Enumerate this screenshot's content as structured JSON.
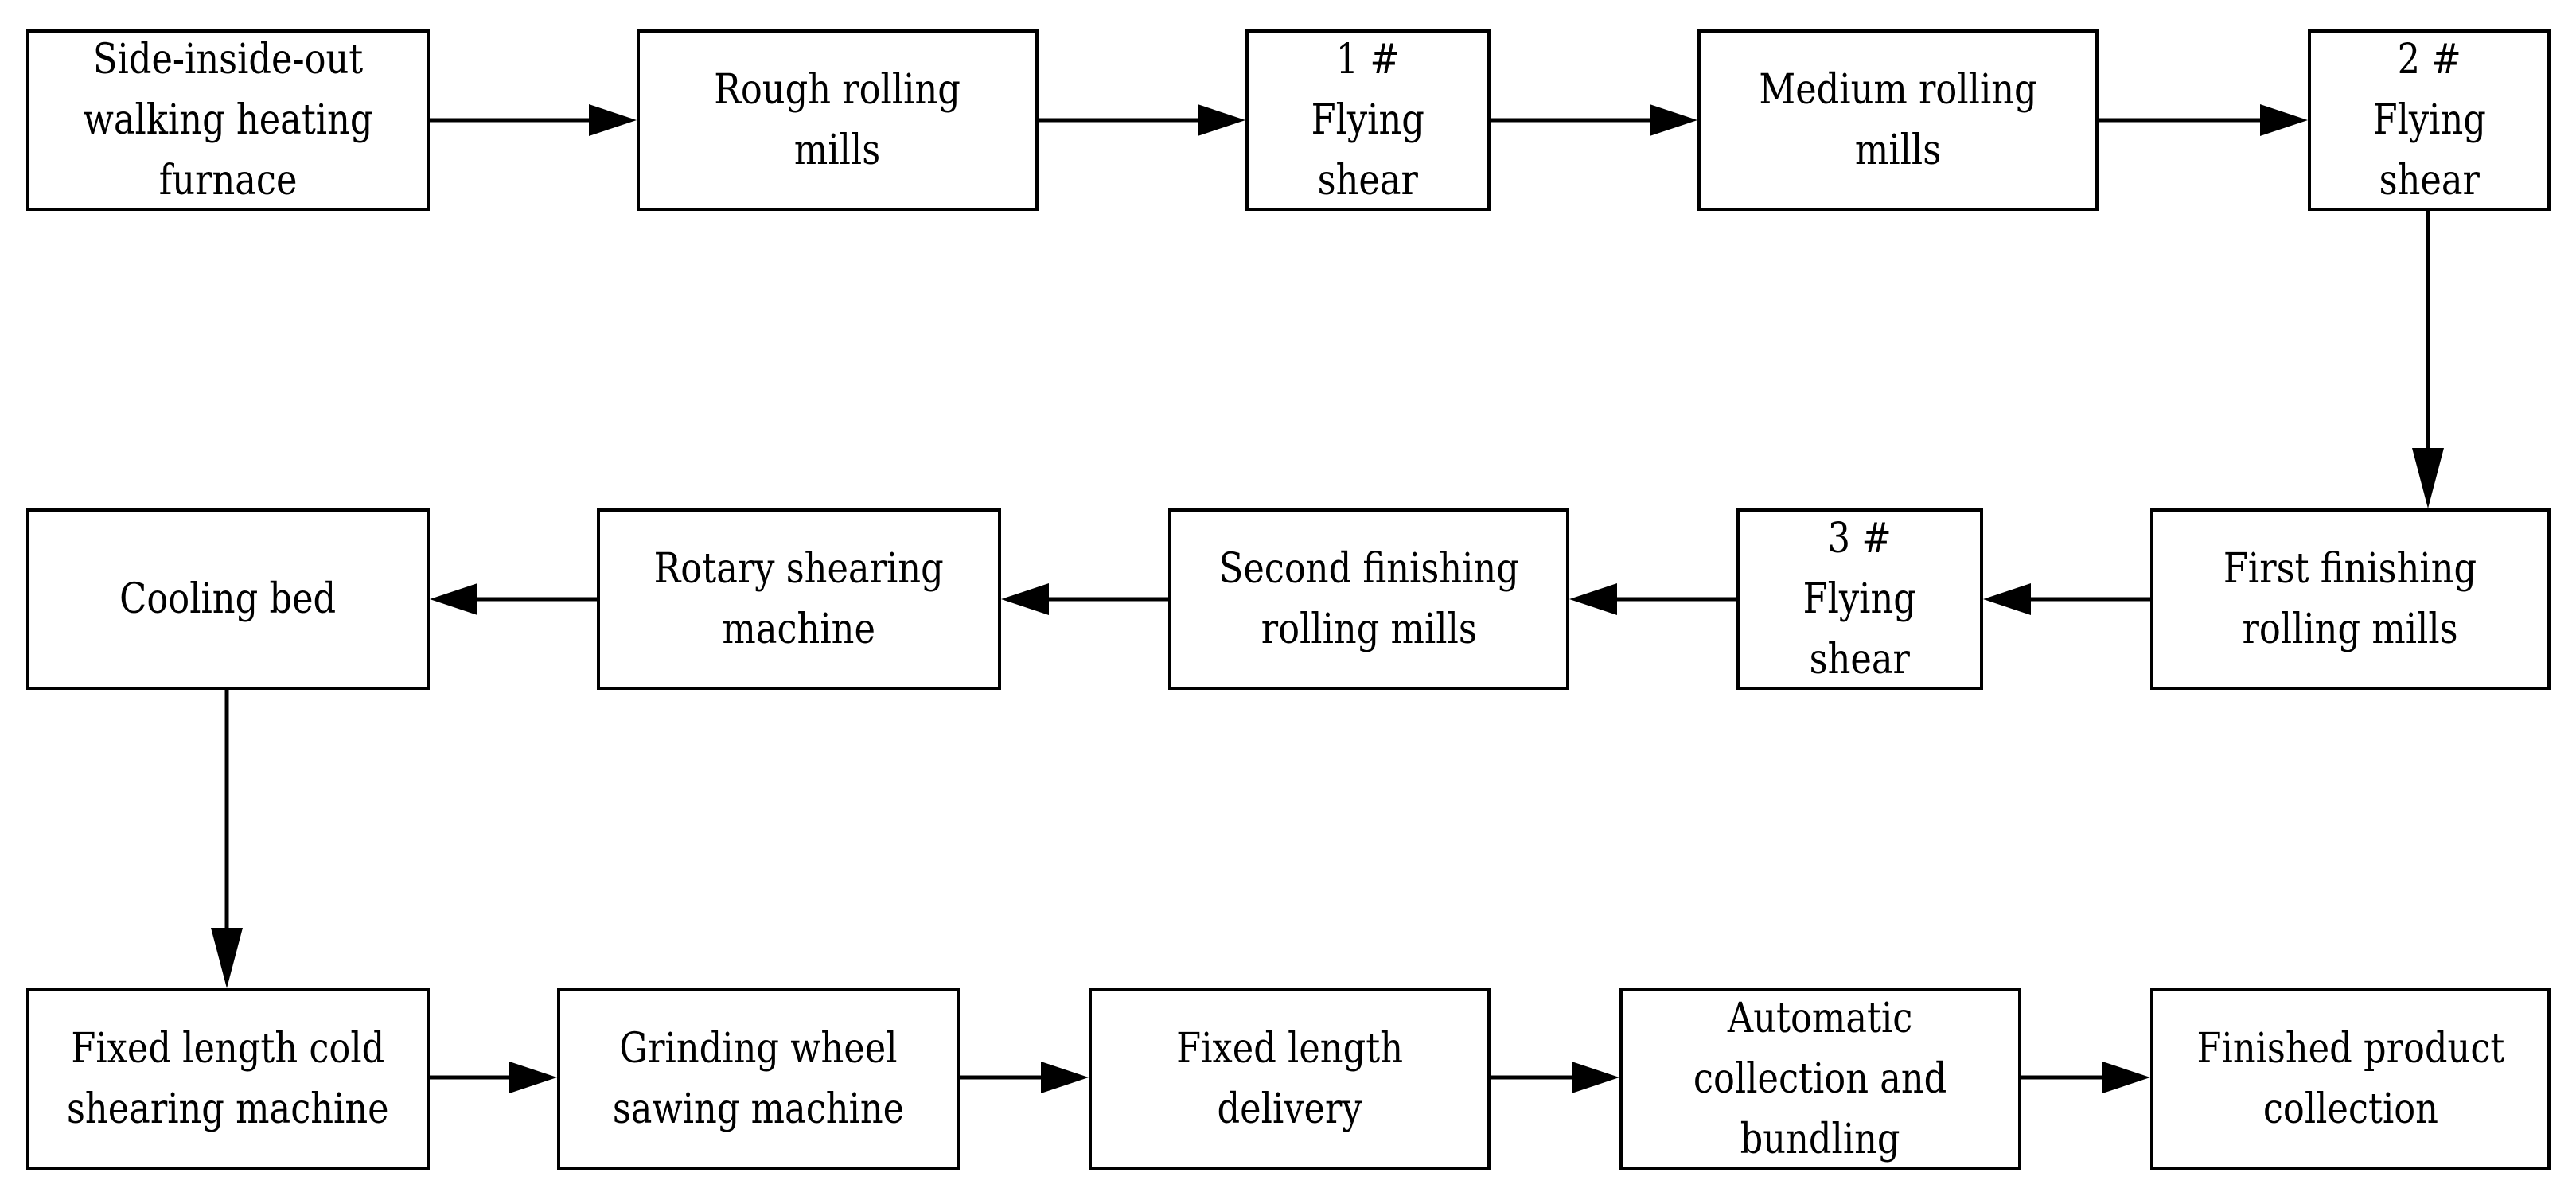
{
  "diagram": {
    "type": "flowchart",
    "nodes": [
      {
        "id": "furnace",
        "label": "Side-inside-out\nwalking heating\nfurnace"
      },
      {
        "id": "rough",
        "label": "Rough rolling\nmills"
      },
      {
        "id": "fs1",
        "label": "1 #\nFlying\nshear"
      },
      {
        "id": "medium",
        "label": "Medium rolling\nmills"
      },
      {
        "id": "fs2",
        "label": "2 #\nFlying\nshear"
      },
      {
        "id": "first_finish",
        "label": "First finishing\nrolling mills"
      },
      {
        "id": "fs3",
        "label": "3 #\nFlying\nshear"
      },
      {
        "id": "second_finish",
        "label": "Second finishing\nrolling mills"
      },
      {
        "id": "rotary",
        "label": "Rotary shearing\nmachine"
      },
      {
        "id": "cooling",
        "label": "Cooling bed"
      },
      {
        "id": "cold_shear",
        "label": "Fixed length cold\nshearing machine"
      },
      {
        "id": "grinding",
        "label": "Grinding wheel\nsawing machine"
      },
      {
        "id": "delivery",
        "label": "Fixed length\ndelivery"
      },
      {
        "id": "auto",
        "label": "Automatic\ncollection and\nbundling"
      },
      {
        "id": "finished",
        "label": "Finished product\ncollection"
      }
    ],
    "edges": [
      {
        "from": "furnace",
        "to": "rough"
      },
      {
        "from": "rough",
        "to": "fs1"
      },
      {
        "from": "fs1",
        "to": "medium"
      },
      {
        "from": "medium",
        "to": "fs2"
      },
      {
        "from": "fs2",
        "to": "first_finish"
      },
      {
        "from": "first_finish",
        "to": "fs3"
      },
      {
        "from": "fs3",
        "to": "second_finish"
      },
      {
        "from": "second_finish",
        "to": "rotary"
      },
      {
        "from": "rotary",
        "to": "cooling"
      },
      {
        "from": "cooling",
        "to": "cold_shear"
      },
      {
        "from": "cold_shear",
        "to": "grinding"
      },
      {
        "from": "grinding",
        "to": "delivery"
      },
      {
        "from": "delivery",
        "to": "auto"
      },
      {
        "from": "auto",
        "to": "finished"
      }
    ]
  }
}
